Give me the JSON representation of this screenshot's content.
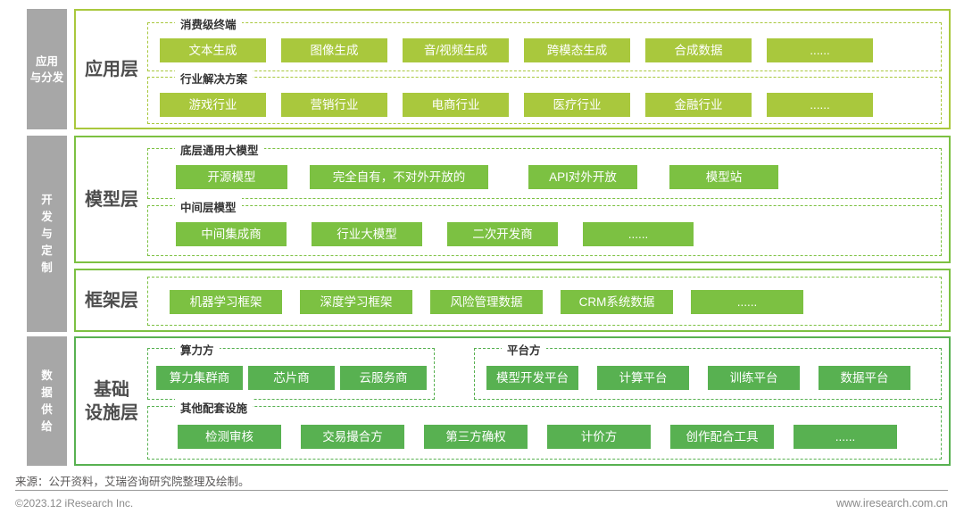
{
  "colors": {
    "app_green": "#a9c83d",
    "mid_green": "#7cc142",
    "base_green": "#58b151",
    "bar_gray": "#a7a7a7",
    "label_dark": "#4d4d4d"
  },
  "side_bars": [
    {
      "name": "应用与分发",
      "lines": [
        "应用",
        "与分发"
      ]
    },
    {
      "name": "开发与定制",
      "lines": [
        "开",
        "发",
        "与",
        "定",
        "制"
      ]
    },
    {
      "name": "数据供给",
      "lines": [
        "数",
        "据",
        "供",
        "给"
      ]
    }
  ],
  "layers": {
    "app": {
      "label": "应用层",
      "groups": [
        {
          "title": "消费级终端",
          "items": [
            "文本生成",
            "图像生成",
            "音/视频生成",
            "跨模态生成",
            "合成数据",
            "......"
          ]
        },
        {
          "title": "行业解决方案",
          "items": [
            "游戏行业",
            "营销行业",
            "电商行业",
            "医疗行业",
            "金融行业",
            "......"
          ]
        }
      ]
    },
    "model": {
      "label": "模型层",
      "groups": [
        {
          "title": "底层通用大模型",
          "items": [
            "开源模型",
            "完全自有，不对外开放的",
            "API对外开放",
            "模型站"
          ]
        },
        {
          "title": "中间层模型",
          "items": [
            "中间集成商",
            "行业大模型",
            "二次开发商",
            "......"
          ]
        }
      ]
    },
    "framework": {
      "label": "框架层",
      "groups": [
        {
          "title": "",
          "items": [
            "机器学习框架",
            "深度学习框架",
            "风险管理数据",
            "CRM系统数据",
            "......"
          ]
        }
      ]
    },
    "infra": {
      "label_lines": [
        "基础",
        "设施层"
      ],
      "groups": [
        {
          "title": "算力方",
          "items": [
            "算力集群商",
            "芯片商",
            "云服务商"
          ]
        },
        {
          "title": "平台方",
          "items": [
            "模型开发平台",
            "计算平台",
            "训练平台",
            "数据平台"
          ]
        },
        {
          "title": "其他配套设施",
          "items": [
            "检测审核",
            "交易撮合方",
            "第三方确权",
            "计价方",
            "创作配合工具",
            "......"
          ]
        }
      ]
    }
  },
  "footer": {
    "source": "来源：公开资料，艾瑞咨询研究院整理及绘制。",
    "copyright": "©2023.12 iResearch Inc.",
    "website": "www.iresearch.com.cn"
  }
}
